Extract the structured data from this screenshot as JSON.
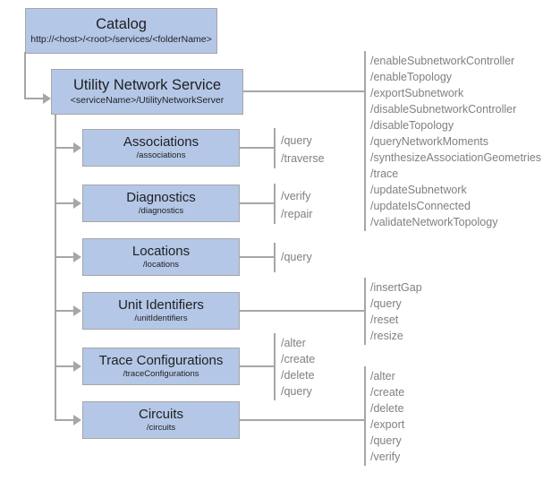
{
  "colors": {
    "node_fill": "#b4c7e7",
    "node_border": "#a6a6a6",
    "connector": "#a6a6a6",
    "title_text": "#1f1f1f",
    "operation_text": "#808080"
  },
  "nodes": {
    "catalog": {
      "title": "Catalog",
      "subtitle": "http://<host>/<root>/services/<folderName>"
    },
    "utility_network_service": {
      "title": "Utility Network Service",
      "subtitle": "<serviceName>/UtilityNetworkServer",
      "operations": [
        "/enableSubnetworkController",
        "/enableTopology",
        "/exportSubnetwork",
        "/disableSubnetworkController",
        "/disableTopology",
        "/queryNetworkMoments",
        "/synthesizeAssociationGeometries",
        "/trace",
        "/updateSubnetwork",
        "/updateIsConnected",
        "/validateNetworkTopology"
      ]
    },
    "associations": {
      "title": "Associations",
      "subtitle": "/associations",
      "operations": [
        "/query",
        "/traverse"
      ]
    },
    "diagnostics": {
      "title": "Diagnostics",
      "subtitle": "/diagnostics",
      "operations": [
        "/verify",
        "/repair"
      ]
    },
    "locations": {
      "title": "Locations",
      "subtitle": "/locations",
      "operations": [
        "/query"
      ]
    },
    "unit_identifiers": {
      "title": "Unit Identifiers",
      "subtitle": "/unitIdentifiers",
      "operations": [
        "/insertGap",
        "/query",
        "/reset",
        "/resize"
      ]
    },
    "trace_configurations": {
      "title": "Trace Configurations",
      "subtitle": "/traceConfigurations",
      "operations": [
        "/alter",
        "/create",
        "/delete",
        "/query"
      ]
    },
    "circuits": {
      "title": "Circuits",
      "subtitle": "/circuits",
      "operations": [
        "/alter",
        "/create",
        "/delete",
        "/export",
        "/query",
        "/verify"
      ]
    }
  }
}
